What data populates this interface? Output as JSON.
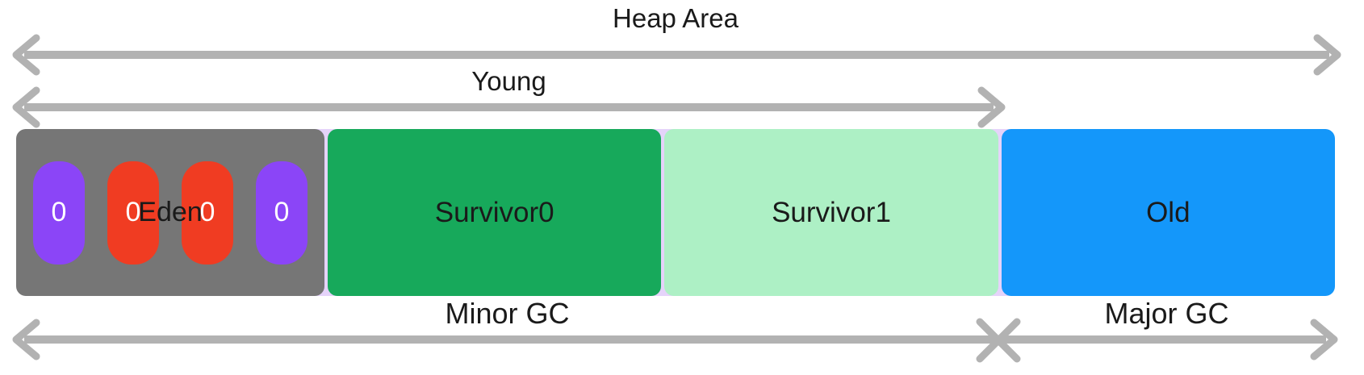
{
  "colors": {
    "canvas-bg": "#ffffff",
    "arrow": "#b2b2b2",
    "label-text": "#1a1a1a",
    "row-bg": "#e5d3fa",
    "eden-bg": "#767676",
    "survivor0-bg": "#17a95b",
    "survivor1-bg": "#adf0c5",
    "old-bg": "#1497fa",
    "slot-purple": "#8b45f7",
    "slot-red": "#f03c22",
    "slot-text": "#ffffff"
  },
  "arrows": {
    "heap": {
      "label": "Heap Area"
    },
    "young": {
      "label": "Young"
    },
    "minor_gc": {
      "label": "Minor GC"
    },
    "major_gc": {
      "label": "Major GC"
    }
  },
  "regions": {
    "eden": {
      "label": "Eden",
      "slots": [
        "0",
        "0",
        "0",
        "0"
      ]
    },
    "survivor0": {
      "label": "Survivor0"
    },
    "survivor1": {
      "label": "Survivor1"
    },
    "old": {
      "label": "Old"
    }
  }
}
